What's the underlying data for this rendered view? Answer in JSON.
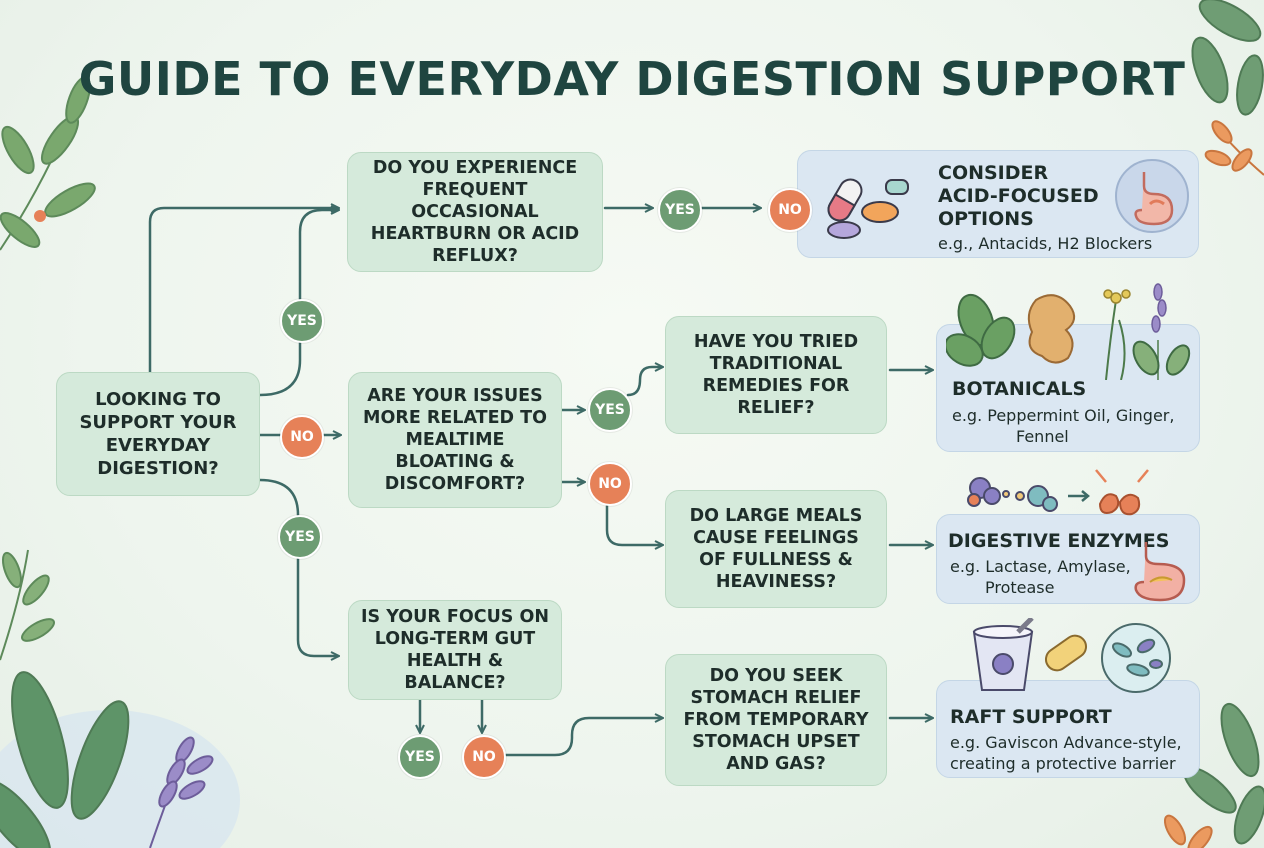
{
  "title": "GUIDE TO EVERYDAY DIGESTION SUPPORT",
  "colors": {
    "question_fill": "#d5eadb",
    "result_fill": "#dbe7f2",
    "yes_badge": "#6d9c73",
    "no_badge": "#e68158",
    "connector": "#3d6a66",
    "title": "#1f4540"
  },
  "questions": {
    "start": "LOOKING TO SUPPORT YOUR EVERYDAY DIGESTION?",
    "heartburn": "DO YOU EXPERIENCE FREQUENT OCCASIONAL HEARTBURN OR ACID REFLUX?",
    "bloating": "ARE YOUR ISSUES MORE RELATED TO MEALTIME BLOATING & DISCOMFORT?",
    "gut_health": "IS YOUR FOCUS ON LONG-TERM GUT HEALTH & BALANCE?",
    "traditional": "HAVE YOU TRIED TRADITIONAL REMEDIES FOR RELIEF?",
    "large_meals": "DO LARGE MEALS CAUSE FEELINGS OF FULLNESS & HEAVINESS?",
    "stomach_relief": "DO YOU SEEK STOMACH RELIEF FROM TEMPORARY STOMACH UPSET AND GAS?"
  },
  "results": {
    "acid": {
      "title_lines": [
        "CONSIDER",
        "ACID-FOCUSED",
        "OPTIONS"
      ],
      "detail": "e.g., Antacids, H2 Blockers",
      "icon": "stomach-icon"
    },
    "botanicals": {
      "title": "BOTANICALS",
      "detail_lines": [
        "e.g. Peppermint Oil, Ginger,",
        "Fennel"
      ],
      "icon": "herbs-icon"
    },
    "enzymes": {
      "title": "DIGESTIVE ENZYMES",
      "detail_lines": [
        "e.g. Lactase, Amylase,",
        "Protease"
      ],
      "icon": "enzyme-icon"
    },
    "raft": {
      "title": "RAFT SUPPORT",
      "detail_lines": [
        "e.g. Gaviscon Advance-style,",
        "creating a protective barrier"
      ],
      "icon": "yogurt-icon"
    }
  },
  "badges": {
    "start_yes_upper": "YES",
    "start_no": "NO",
    "start_yes_lower": "YES",
    "heartburn_yes": "YES",
    "heartburn_no": "NO",
    "bloating_yes": "YES",
    "bloating_no": "NO",
    "gut_yes": "YES",
    "gut_no": "NO"
  }
}
